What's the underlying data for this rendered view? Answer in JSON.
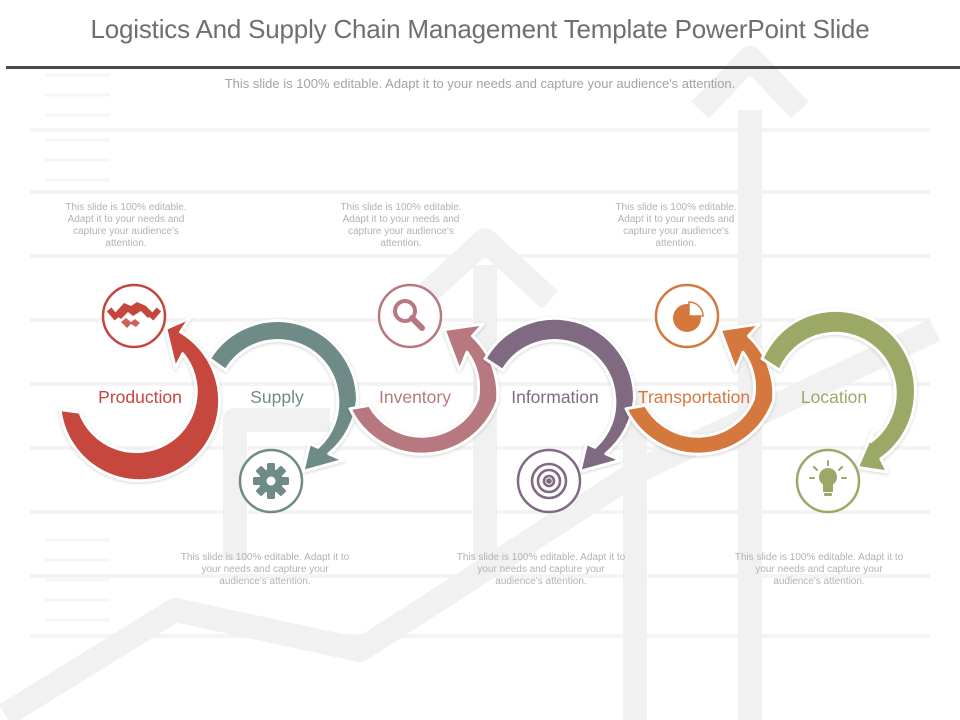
{
  "title": "Logistics And Supply Chain Management Template PowerPoint Slide",
  "subtitle": "This slide is 100% editable. Adapt it to your needs and capture your audience's attention.",
  "steps": [
    {
      "label": "Production",
      "color": "#c5463e",
      "icon": "handshake-icon"
    },
    {
      "label": "Supply",
      "color": "#6e8b87",
      "icon": "gear-icon"
    },
    {
      "label": "Inventory",
      "color": "#b8787f",
      "icon": "magnifier-icon"
    },
    {
      "label": "Information",
      "color": "#806b82",
      "icon": "target-icon"
    },
    {
      "label": "Transportation",
      "color": "#d4783e",
      "icon": "pie-chart-icon"
    },
    {
      "label": "Location",
      "color": "#9ca866",
      "icon": "lightbulb-icon"
    }
  ],
  "notes": {
    "top_1": "This slide is 100% editable. Adapt it to your needs and capture your audience's attention.",
    "top_2": "This slide is 100% editable. Adapt it to your needs and capture your audience's attention.",
    "top_3": "This slide is 100% editable. Adapt it to your needs and capture your audience's attention.",
    "bottom_1": "This slide is 100% editable. Adapt it to your needs and capture your audience's attention.",
    "bottom_2": "This slide is 100% editable. Adapt it to your needs and capture your audience's attention.",
    "bottom_3": "This slide is 100% editable. Adapt it to your needs and capture your audience's attention."
  }
}
